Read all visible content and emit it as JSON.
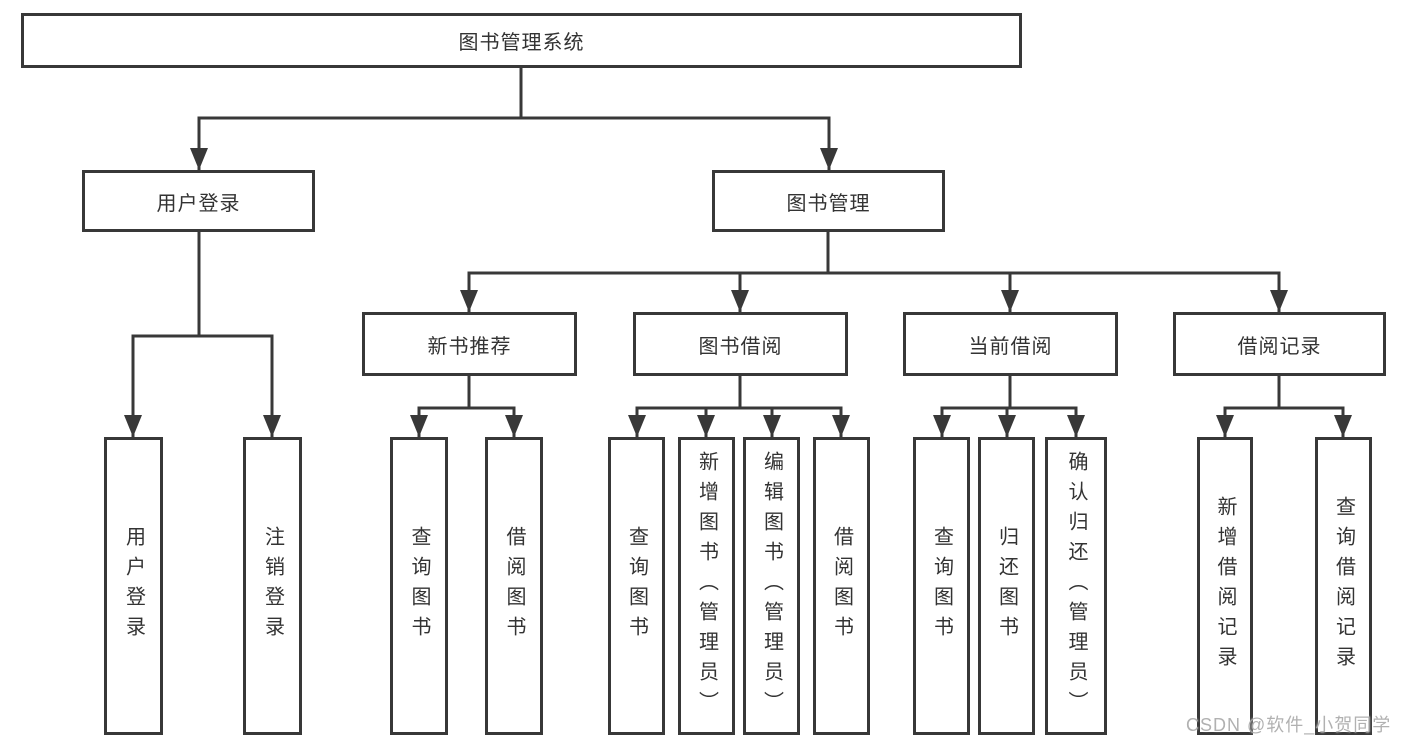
{
  "diagram": {
    "root": {
      "label": "图书管理系统"
    },
    "level2": [
      {
        "id": "user-login",
        "label": "用户登录"
      },
      {
        "id": "book-management",
        "label": "图书管理"
      }
    ],
    "level3": [
      {
        "id": "new-book-recommend",
        "label": "新书推荐"
      },
      {
        "id": "book-borrow",
        "label": "图书借阅"
      },
      {
        "id": "current-borrow",
        "label": "当前借阅"
      },
      {
        "id": "borrow-records",
        "label": "借阅记录"
      }
    ],
    "leaves": [
      "用户登录",
      "注销登录",
      "查询图书",
      "借阅图书",
      "查询图书",
      "新增图书（管理员）",
      "编辑图书（管理员）",
      "借阅图书",
      "查询图书",
      "归还图书",
      "确认归还（管理员）",
      "新增借阅记录",
      "查询借阅记录"
    ],
    "colors": {
      "line": "#383838",
      "box_border": "#383838",
      "text": "#333333",
      "watermark": "#a8a8a8"
    }
  },
  "watermark": {
    "text": "CSDN @软件_小贺同学"
  }
}
